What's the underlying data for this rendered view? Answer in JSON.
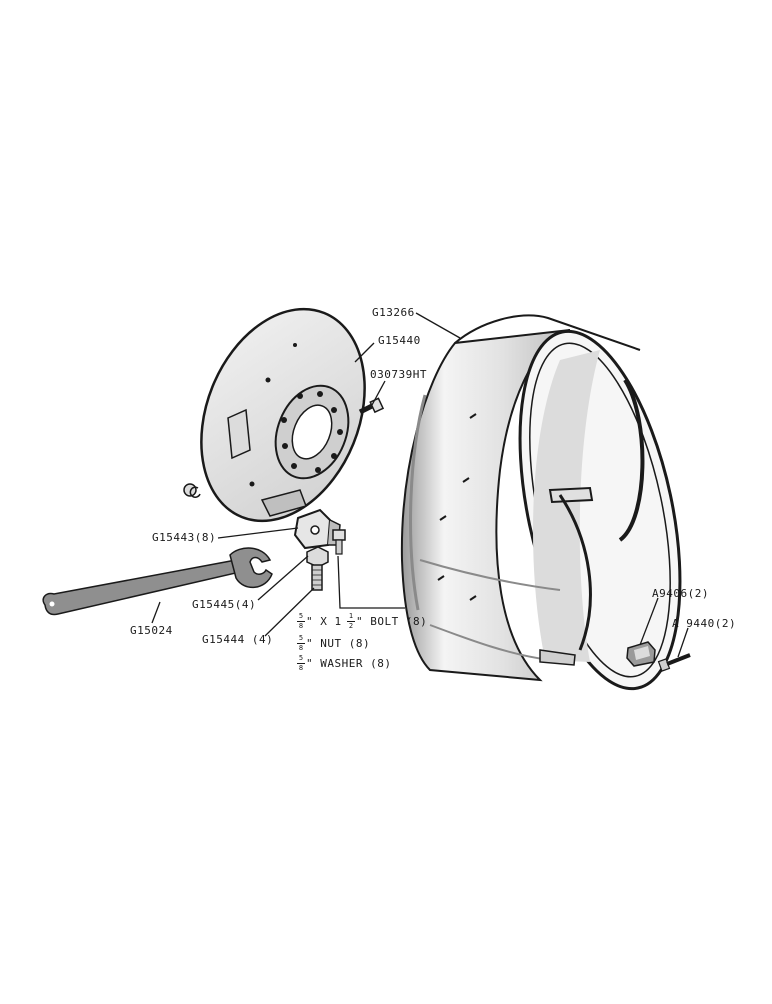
{
  "diagram": {
    "parts": {
      "rim": "G13266",
      "wheel_disc": "G15440",
      "cap_screw": "030739HT",
      "clamp": "G15443(8)",
      "clamp_nut": "G15445(4)",
      "clamp_bolt": "G15444 (4)",
      "wrench": "G15024",
      "lug": "A9406(2)",
      "lug_bolt": "A 9440(2)"
    },
    "hardware": {
      "bolt": {
        "frac_num": "5",
        "frac_den": "8",
        "mid": "\" X 1",
        "len_num": "1",
        "len_den": "2",
        "suffix": "\"  BOLT (8)"
      },
      "nut": {
        "frac_num": "5",
        "frac_den": "8",
        "suffix": "\" NUT (8)"
      },
      "washer": {
        "frac_num": "5",
        "frac_den": "8",
        "suffix": "\" WASHER (8)"
      }
    }
  },
  "colors": {
    "ink": "#1a1a1a",
    "metal": "#e6e6e6",
    "shadow": "#8a8a8a"
  }
}
